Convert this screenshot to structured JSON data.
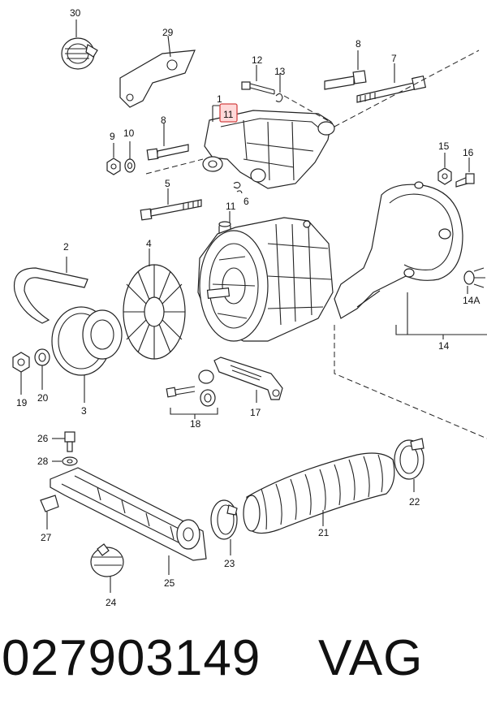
{
  "labels": {
    "l1": "1",
    "l11": "11",
    "l2": "2",
    "l3": "3",
    "l4": "4",
    "l5": "5",
    "l6": "6",
    "l7": "7",
    "l8a": "8",
    "l8b": "8",
    "l9": "9",
    "l10": "10",
    "l11b": "11",
    "l12": "12",
    "l13": "13",
    "l14": "14",
    "l14a": "14A",
    "l15": "15",
    "l16": "16",
    "l17": "17",
    "l18": "18",
    "l19": "19",
    "l20": "20",
    "l21": "21",
    "l22": "22",
    "l23": "23",
    "l24": "24",
    "l25": "25",
    "l26": "26",
    "l27": "27",
    "l28": "28",
    "l29": "29",
    "l30": "30"
  },
  "highlight_color": "#d44444",
  "footer": {
    "part_number": "027903149",
    "brand": "VAG"
  }
}
